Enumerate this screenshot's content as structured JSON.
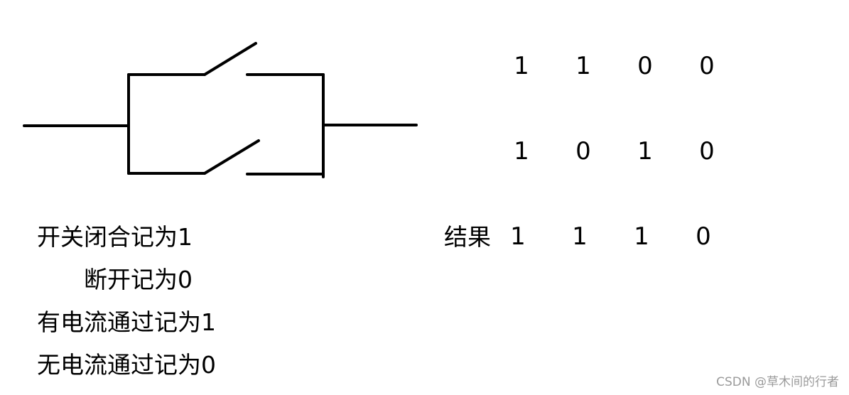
{
  "legend": [
    "开关闭合记为1",
    "断开记为0",
    "有电流通过记为1",
    "无电流通过记为0"
  ],
  "table": {
    "rows": [
      [
        "1",
        "1",
        "0",
        "0"
      ],
      [
        "1",
        "0",
        "1",
        "0"
      ]
    ],
    "result_label": "结果",
    "result": [
      "1",
      "1",
      "1",
      "0"
    ]
  },
  "watermark": "CSDN @草木间的行者"
}
